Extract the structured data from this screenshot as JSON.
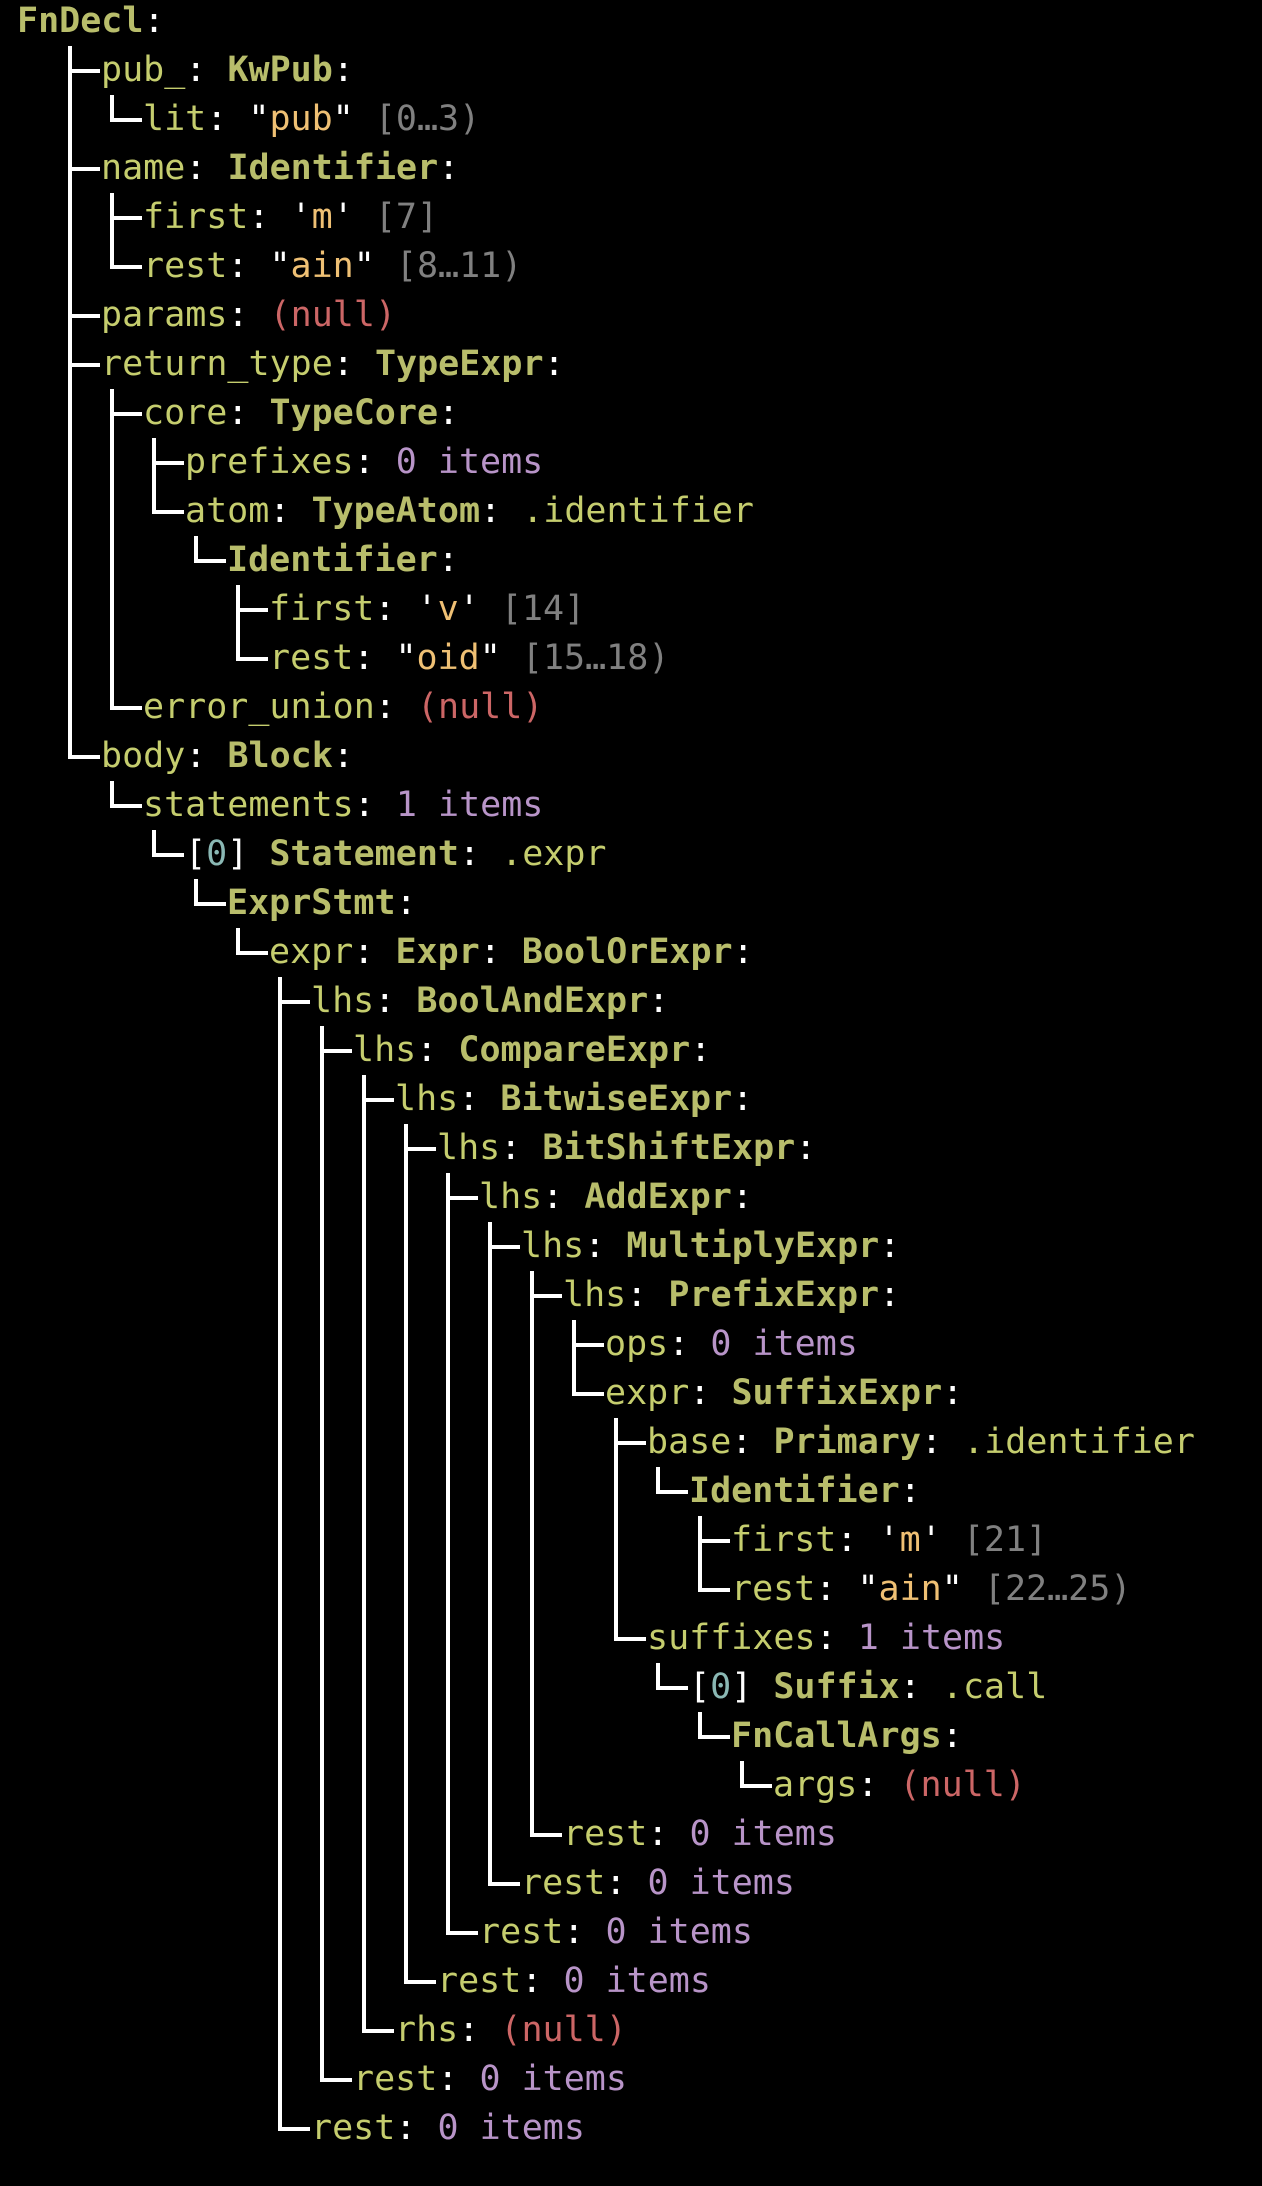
{
  "view": {
    "title": "FnDecl AST dump",
    "background": "#000000",
    "colors": {
      "field": "#c5cd6e",
      "type": "#b8bd6b",
      "punct": "#ffffff",
      "string": "#efc074",
      "range": "#808080",
      "null": "#cc6666",
      "count": "#b894c8",
      "index": "#8ab8b4",
      "guide": "#ffffff"
    }
  },
  "tree": {
    "rows": [
      {
        "depth": 0,
        "last": true,
        "name": "node-fndecl",
        "segs": [
          {
            "t": "FnDecl",
            "c": "type"
          },
          {
            "t": ":",
            "c": "punct"
          }
        ]
      },
      {
        "depth": 1,
        "last": false,
        "name": "field-pub",
        "segs": [
          {
            "t": "pub_",
            "c": "field"
          },
          {
            "t": ": ",
            "c": "punct"
          },
          {
            "t": "KwPub",
            "c": "type"
          },
          {
            "t": ":",
            "c": "punct"
          }
        ]
      },
      {
        "depth": 2,
        "last": true,
        "name": "field-lit",
        "segs": [
          {
            "t": "lit",
            "c": "field"
          },
          {
            "t": ": ",
            "c": "punct"
          },
          {
            "t": "\"",
            "c": "punct"
          },
          {
            "t": "pub",
            "c": "string"
          },
          {
            "t": "\"",
            "c": "punct"
          },
          {
            "t": " [0…3)",
            "c": "range"
          }
        ]
      },
      {
        "depth": 1,
        "last": false,
        "name": "field-name",
        "segs": [
          {
            "t": "name",
            "c": "field"
          },
          {
            "t": ": ",
            "c": "punct"
          },
          {
            "t": "Identifier",
            "c": "type"
          },
          {
            "t": ":",
            "c": "punct"
          }
        ]
      },
      {
        "depth": 2,
        "last": false,
        "name": "field-first",
        "segs": [
          {
            "t": "first",
            "c": "field"
          },
          {
            "t": ": ",
            "c": "punct"
          },
          {
            "t": "'",
            "c": "punct"
          },
          {
            "t": "m",
            "c": "string"
          },
          {
            "t": "'",
            "c": "punct"
          },
          {
            "t": " [7]",
            "c": "range"
          }
        ]
      },
      {
        "depth": 2,
        "last": true,
        "name": "field-rest",
        "segs": [
          {
            "t": "rest",
            "c": "field"
          },
          {
            "t": ": ",
            "c": "punct"
          },
          {
            "t": "\"",
            "c": "punct"
          },
          {
            "t": "ain",
            "c": "string"
          },
          {
            "t": "\"",
            "c": "punct"
          },
          {
            "t": " [8…11)",
            "c": "range"
          }
        ]
      },
      {
        "depth": 1,
        "last": false,
        "name": "field-params",
        "segs": [
          {
            "t": "params",
            "c": "field"
          },
          {
            "t": ": ",
            "c": "punct"
          },
          {
            "t": "(null)",
            "c": "null"
          }
        ]
      },
      {
        "depth": 1,
        "last": false,
        "name": "field-return-type",
        "segs": [
          {
            "t": "return_type",
            "c": "field"
          },
          {
            "t": ": ",
            "c": "punct"
          },
          {
            "t": "TypeExpr",
            "c": "type"
          },
          {
            "t": ":",
            "c": "punct"
          }
        ]
      },
      {
        "depth": 2,
        "last": false,
        "name": "field-core",
        "segs": [
          {
            "t": "core",
            "c": "field"
          },
          {
            "t": ": ",
            "c": "punct"
          },
          {
            "t": "TypeCore",
            "c": "type"
          },
          {
            "t": ":",
            "c": "punct"
          }
        ]
      },
      {
        "depth": 3,
        "last": false,
        "name": "field-prefixes",
        "segs": [
          {
            "t": "prefixes",
            "c": "field"
          },
          {
            "t": ": ",
            "c": "punct"
          },
          {
            "t": "0 items",
            "c": "count"
          }
        ]
      },
      {
        "depth": 3,
        "last": true,
        "name": "field-atom",
        "segs": [
          {
            "t": "atom",
            "c": "field"
          },
          {
            "t": ": ",
            "c": "punct"
          },
          {
            "t": "TypeAtom",
            "c": "type"
          },
          {
            "t": ": ",
            "c": "punct"
          },
          {
            "t": ".identifier",
            "c": "tag"
          }
        ]
      },
      {
        "depth": 4,
        "last": true,
        "name": "node-identifier",
        "segs": [
          {
            "t": "Identifier",
            "c": "type"
          },
          {
            "t": ":",
            "c": "punct"
          }
        ]
      },
      {
        "depth": 5,
        "last": false,
        "name": "field-first",
        "segs": [
          {
            "t": "first",
            "c": "field"
          },
          {
            "t": ": ",
            "c": "punct"
          },
          {
            "t": "'",
            "c": "punct"
          },
          {
            "t": "v",
            "c": "string"
          },
          {
            "t": "'",
            "c": "punct"
          },
          {
            "t": " [14]",
            "c": "range"
          }
        ]
      },
      {
        "depth": 5,
        "last": true,
        "name": "field-rest",
        "segs": [
          {
            "t": "rest",
            "c": "field"
          },
          {
            "t": ": ",
            "c": "punct"
          },
          {
            "t": "\"",
            "c": "punct"
          },
          {
            "t": "oid",
            "c": "string"
          },
          {
            "t": "\"",
            "c": "punct"
          },
          {
            "t": " [15…18)",
            "c": "range"
          }
        ]
      },
      {
        "depth": 2,
        "last": true,
        "name": "field-error-union",
        "segs": [
          {
            "t": "error_union",
            "c": "field"
          },
          {
            "t": ": ",
            "c": "punct"
          },
          {
            "t": "(null)",
            "c": "null"
          }
        ]
      },
      {
        "depth": 1,
        "last": true,
        "name": "field-body",
        "segs": [
          {
            "t": "body",
            "c": "field"
          },
          {
            "t": ": ",
            "c": "punct"
          },
          {
            "t": "Block",
            "c": "type"
          },
          {
            "t": ":",
            "c": "punct"
          }
        ]
      },
      {
        "depth": 2,
        "last": true,
        "name": "field-statements",
        "segs": [
          {
            "t": "statements",
            "c": "field"
          },
          {
            "t": ": ",
            "c": "punct"
          },
          {
            "t": "1 items",
            "c": "count"
          }
        ]
      },
      {
        "depth": 3,
        "last": true,
        "name": "item-statement-0",
        "segs": [
          {
            "t": "[",
            "c": "punct"
          },
          {
            "t": "0",
            "c": "index"
          },
          {
            "t": "] ",
            "c": "punct"
          },
          {
            "t": "Statement",
            "c": "type"
          },
          {
            "t": ": ",
            "c": "punct"
          },
          {
            "t": ".expr",
            "c": "tag"
          }
        ]
      },
      {
        "depth": 4,
        "last": true,
        "name": "node-exprstmt",
        "segs": [
          {
            "t": "ExprStmt",
            "c": "type"
          },
          {
            "t": ":",
            "c": "punct"
          }
        ]
      },
      {
        "depth": 5,
        "last": true,
        "name": "field-expr",
        "segs": [
          {
            "t": "expr",
            "c": "field"
          },
          {
            "t": ": ",
            "c": "punct"
          },
          {
            "t": "Expr",
            "c": "type"
          },
          {
            "t": ": ",
            "c": "punct"
          },
          {
            "t": "BoolOrExpr",
            "c": "type"
          },
          {
            "t": ":",
            "c": "punct"
          }
        ]
      },
      {
        "depth": 6,
        "last": false,
        "name": "field-lhs",
        "segs": [
          {
            "t": "lhs",
            "c": "field"
          },
          {
            "t": ": ",
            "c": "punct"
          },
          {
            "t": "BoolAndExpr",
            "c": "type"
          },
          {
            "t": ":",
            "c": "punct"
          }
        ]
      },
      {
        "depth": 7,
        "last": false,
        "name": "field-lhs",
        "segs": [
          {
            "t": "lhs",
            "c": "field"
          },
          {
            "t": ": ",
            "c": "punct"
          },
          {
            "t": "CompareExpr",
            "c": "type"
          },
          {
            "t": ":",
            "c": "punct"
          }
        ]
      },
      {
        "depth": 8,
        "last": false,
        "name": "field-lhs",
        "segs": [
          {
            "t": "lhs",
            "c": "field"
          },
          {
            "t": ": ",
            "c": "punct"
          },
          {
            "t": "BitwiseExpr",
            "c": "type"
          },
          {
            "t": ":",
            "c": "punct"
          }
        ]
      },
      {
        "depth": 9,
        "last": false,
        "name": "field-lhs",
        "segs": [
          {
            "t": "lhs",
            "c": "field"
          },
          {
            "t": ": ",
            "c": "punct"
          },
          {
            "t": "BitShiftExpr",
            "c": "type"
          },
          {
            "t": ":",
            "c": "punct"
          }
        ]
      },
      {
        "depth": 10,
        "last": false,
        "name": "field-lhs",
        "segs": [
          {
            "t": "lhs",
            "c": "field"
          },
          {
            "t": ": ",
            "c": "punct"
          },
          {
            "t": "AddExpr",
            "c": "type"
          },
          {
            "t": ":",
            "c": "punct"
          }
        ]
      },
      {
        "depth": 11,
        "last": false,
        "name": "field-lhs",
        "segs": [
          {
            "t": "lhs",
            "c": "field"
          },
          {
            "t": ": ",
            "c": "punct"
          },
          {
            "t": "MultiplyExpr",
            "c": "type"
          },
          {
            "t": ":",
            "c": "punct"
          }
        ]
      },
      {
        "depth": 12,
        "last": false,
        "name": "field-lhs",
        "segs": [
          {
            "t": "lhs",
            "c": "field"
          },
          {
            "t": ": ",
            "c": "punct"
          },
          {
            "t": "PrefixExpr",
            "c": "type"
          },
          {
            "t": ":",
            "c": "punct"
          }
        ]
      },
      {
        "depth": 13,
        "last": false,
        "name": "field-ops",
        "segs": [
          {
            "t": "ops",
            "c": "field"
          },
          {
            "t": ": ",
            "c": "punct"
          },
          {
            "t": "0 items",
            "c": "count"
          }
        ]
      },
      {
        "depth": 13,
        "last": true,
        "name": "field-expr",
        "segs": [
          {
            "t": "expr",
            "c": "field"
          },
          {
            "t": ": ",
            "c": "punct"
          },
          {
            "t": "SuffixExpr",
            "c": "type"
          },
          {
            "t": ":",
            "c": "punct"
          }
        ]
      },
      {
        "depth": 14,
        "last": false,
        "name": "field-base",
        "segs": [
          {
            "t": "base",
            "c": "field"
          },
          {
            "t": ": ",
            "c": "punct"
          },
          {
            "t": "Primary",
            "c": "type"
          },
          {
            "t": ": ",
            "c": "punct"
          },
          {
            "t": ".identifier",
            "c": "tag"
          }
        ]
      },
      {
        "depth": 15,
        "last": true,
        "name": "node-identifier",
        "segs": [
          {
            "t": "Identifier",
            "c": "type"
          },
          {
            "t": ":",
            "c": "punct"
          }
        ]
      },
      {
        "depth": 16,
        "last": false,
        "name": "field-first",
        "segs": [
          {
            "t": "first",
            "c": "field"
          },
          {
            "t": ": ",
            "c": "punct"
          },
          {
            "t": "'",
            "c": "punct"
          },
          {
            "t": "m",
            "c": "string"
          },
          {
            "t": "'",
            "c": "punct"
          },
          {
            "t": " [21]",
            "c": "range"
          }
        ]
      },
      {
        "depth": 16,
        "last": true,
        "name": "field-rest",
        "segs": [
          {
            "t": "rest",
            "c": "field"
          },
          {
            "t": ": ",
            "c": "punct"
          },
          {
            "t": "\"",
            "c": "punct"
          },
          {
            "t": "ain",
            "c": "string"
          },
          {
            "t": "\"",
            "c": "punct"
          },
          {
            "t": " [22…25)",
            "c": "range"
          }
        ]
      },
      {
        "depth": 14,
        "last": true,
        "name": "field-suffixes",
        "segs": [
          {
            "t": "suffixes",
            "c": "field"
          },
          {
            "t": ": ",
            "c": "punct"
          },
          {
            "t": "1 items",
            "c": "count"
          }
        ]
      },
      {
        "depth": 15,
        "last": true,
        "name": "item-suffix-0",
        "segs": [
          {
            "t": "[",
            "c": "punct"
          },
          {
            "t": "0",
            "c": "index"
          },
          {
            "t": "] ",
            "c": "punct"
          },
          {
            "t": "Suffix",
            "c": "type"
          },
          {
            "t": ": ",
            "c": "punct"
          },
          {
            "t": ".call",
            "c": "tag"
          }
        ]
      },
      {
        "depth": 16,
        "last": true,
        "name": "node-fncallargs",
        "segs": [
          {
            "t": "FnCallArgs",
            "c": "type"
          },
          {
            "t": ":",
            "c": "punct"
          }
        ]
      },
      {
        "depth": 17,
        "last": true,
        "name": "field-args",
        "segs": [
          {
            "t": "args",
            "c": "field"
          },
          {
            "t": ": ",
            "c": "punct"
          },
          {
            "t": "(null)",
            "c": "null"
          }
        ]
      },
      {
        "depth": 12,
        "last": true,
        "name": "field-rest",
        "segs": [
          {
            "t": "rest",
            "c": "field"
          },
          {
            "t": ": ",
            "c": "punct"
          },
          {
            "t": "0 items",
            "c": "count"
          }
        ]
      },
      {
        "depth": 11,
        "last": true,
        "name": "field-rest",
        "segs": [
          {
            "t": "rest",
            "c": "field"
          },
          {
            "t": ": ",
            "c": "punct"
          },
          {
            "t": "0 items",
            "c": "count"
          }
        ]
      },
      {
        "depth": 10,
        "last": true,
        "name": "field-rest",
        "segs": [
          {
            "t": "rest",
            "c": "field"
          },
          {
            "t": ": ",
            "c": "punct"
          },
          {
            "t": "0 items",
            "c": "count"
          }
        ]
      },
      {
        "depth": 9,
        "last": true,
        "name": "field-rest",
        "segs": [
          {
            "t": "rest",
            "c": "field"
          },
          {
            "t": ": ",
            "c": "punct"
          },
          {
            "t": "0 items",
            "c": "count"
          }
        ]
      },
      {
        "depth": 8,
        "last": true,
        "name": "field-rhs",
        "segs": [
          {
            "t": "rhs",
            "c": "field"
          },
          {
            "t": ": ",
            "c": "punct"
          },
          {
            "t": "(null)",
            "c": "null"
          }
        ]
      },
      {
        "depth": 7,
        "last": true,
        "name": "field-rest",
        "segs": [
          {
            "t": "rest",
            "c": "field"
          },
          {
            "t": ": ",
            "c": "punct"
          },
          {
            "t": "0 items",
            "c": "count"
          }
        ]
      },
      {
        "depth": 6,
        "last": true,
        "name": "field-rest",
        "segs": [
          {
            "t": "rest",
            "c": "field"
          },
          {
            "t": ": ",
            "c": "punct"
          },
          {
            "t": "0 items",
            "c": "count"
          }
        ]
      }
    ]
  }
}
